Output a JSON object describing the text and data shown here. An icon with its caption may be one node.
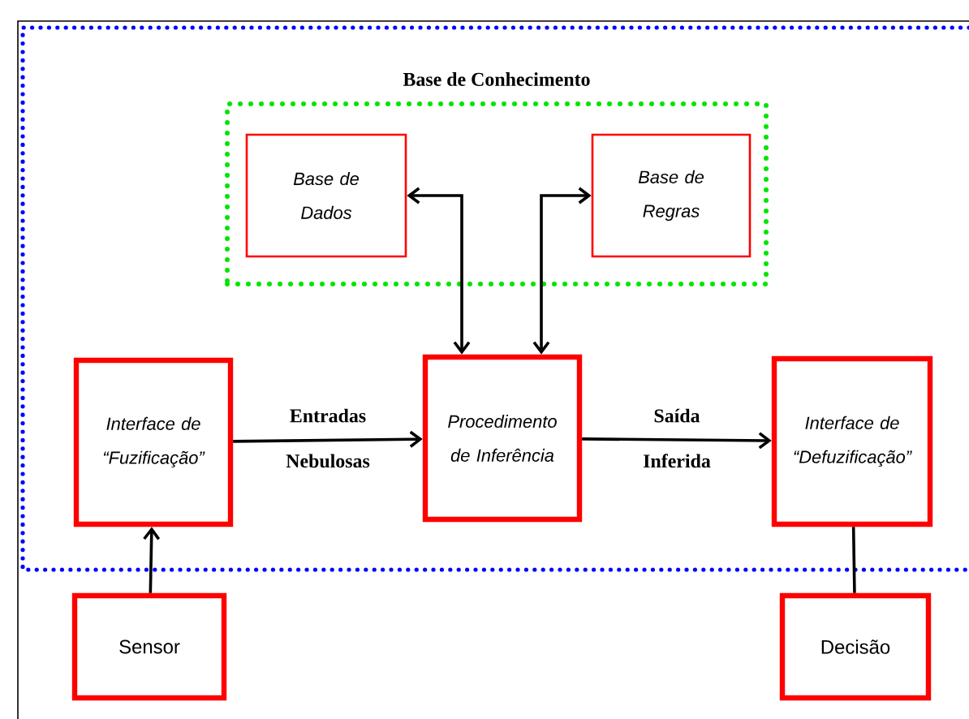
{
  "diagram": {
    "nodes": [
      {
        "text": [
          "Base de Conhecimento"
        ]
      },
      {
        "text": [
          "Base de Dados"
        ],
        "in": 0
      },
      {
        "text": [
          "Base de Regras"
        ],
        "in": 0
      },
      {
        "text": [
          "Interface de “Fuzificação”"
        ]
      },
      {
        "text": [
          "Procedimento de Inferência"
        ]
      },
      {
        "text": [
          "Interface de “Defuzificação”"
        ]
      },
      {
        "text": [
          "Sensor"
        ]
      },
      {
        "text": [
          "Decisão"
        ]
      }
    ],
    "edges": [
      {
        "from": 4,
        "to": 1,
        "arrow": "both"
      },
      {
        "from": 4,
        "to": 2,
        "arrow": "both"
      },
      {
        "from": 3,
        "to": 4,
        "arrow": "to",
        "label": "Entradas Nebulosas"
      },
      {
        "from": 4,
        "to": 5,
        "arrow": "to",
        "label": "Saída Inferida"
      },
      {
        "from": 6,
        "to": 3,
        "arrow": "to"
      },
      {
        "from": 5,
        "to": 7,
        "arrow": "none"
      }
    ]
  }
}
